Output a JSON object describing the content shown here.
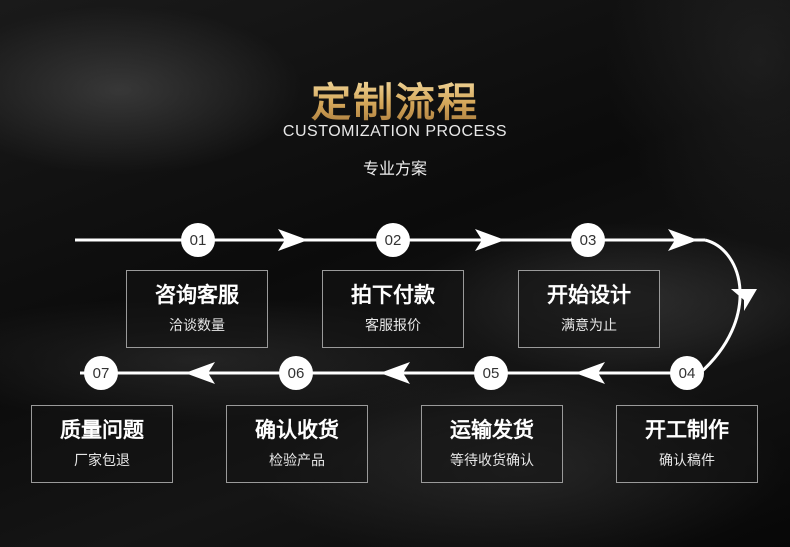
{
  "header": {
    "title": "定制流程",
    "subtitle_en": "CUSTOMIZATION PROCESS",
    "subtitle_cn": "专业方案"
  },
  "steps": [
    {
      "num": "01",
      "title": "咨询客服",
      "desc": "洽谈数量"
    },
    {
      "num": "02",
      "title": "拍下付款",
      "desc": "客服报价"
    },
    {
      "num": "03",
      "title": "开始设计",
      "desc": "满意为止"
    },
    {
      "num": "04",
      "title": "开工制作",
      "desc": "确认稿件"
    },
    {
      "num": "05",
      "title": "运输发货",
      "desc": "等待收货确认"
    },
    {
      "num": "06",
      "title": "确认收货",
      "desc": "检验产品"
    },
    {
      "num": "07",
      "title": "质量问题",
      "desc": "厂家包退"
    }
  ],
  "colors": {
    "title_gold": "#d6a95c",
    "line": "#ffffff",
    "box_border": "#9a9a9a"
  }
}
